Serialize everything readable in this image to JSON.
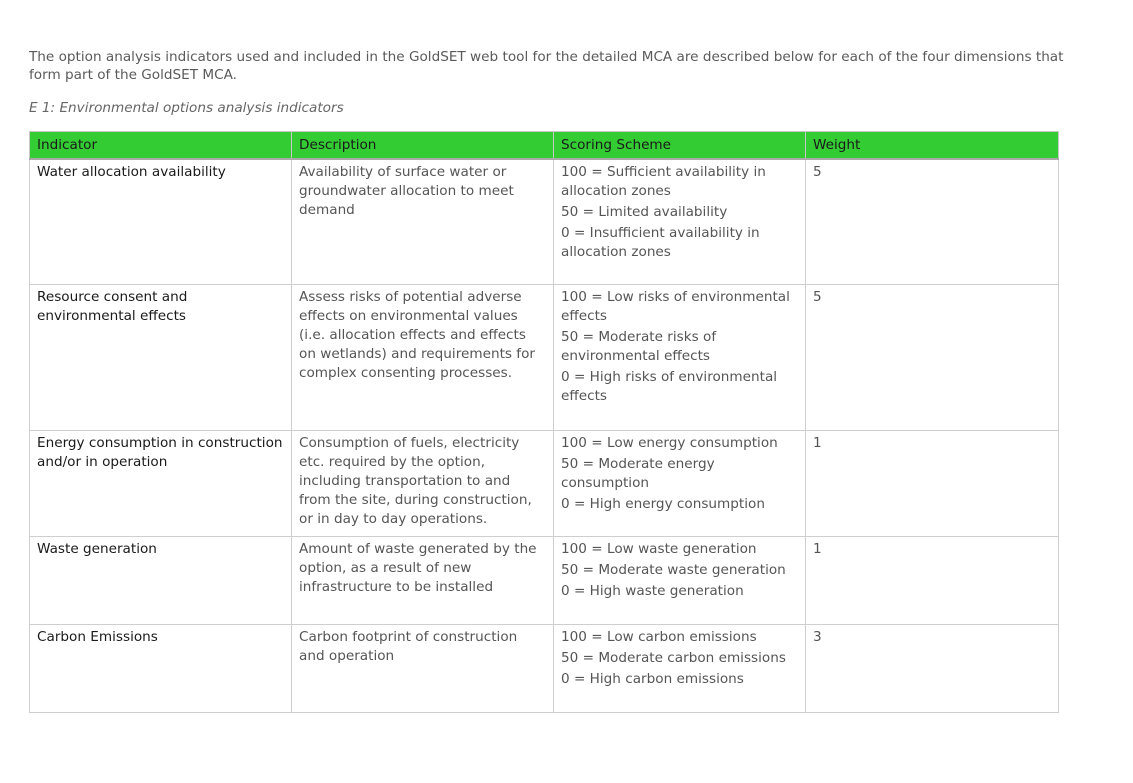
{
  "intro": "The option analysis indicators used and included in the GoldSET web tool for the detailed MCA are described below for each of the four dimensions that form part of the GoldSET MCA.",
  "caption": "E 1: Environmental options analysis indicators",
  "table": {
    "headers": [
      "Indicator",
      "Description",
      "Scoring Scheme",
      "Weight"
    ],
    "rows": [
      {
        "indicator": "Water allocation availability",
        "description": "Availability of surface water or groundwater allocation to meet demand",
        "scoring": [
          "100 = Sufficient availability in allocation zones",
          "50 = Limited availability",
          "0 = Insufficient availability in allocation zones"
        ],
        "weight": "5"
      },
      {
        "indicator": "Resource consent and environmental effects",
        "description": "Assess risks of potential adverse effects on environmental values (i.e. allocation effects and effects on wetlands) and requirements for complex consenting processes.",
        "scoring": [
          "100 = Low risks of environmental effects",
          "50 = Moderate risks of environmental effects",
          "0 = High risks of environmental effects"
        ],
        "weight": "5"
      },
      {
        "indicator": "Energy consumption in construction and/or in operation",
        "description": "Consumption of fuels, electricity etc. required by the option, including transportation to and from the site, during construction, or in day to day operations.",
        "scoring": [
          "100 = Low energy consumption",
          "50 = Moderate energy consumption",
          "0 = High energy consumption"
        ],
        "weight": "1"
      },
      {
        "indicator": "Waste generation",
        "description": "Amount of waste generated by the option, as a result of new infrastructure to be installed",
        "scoring": [
          "100 = Low waste generation",
          "50 = Moderate waste generation",
          "0 = High waste generation"
        ],
        "weight": "1"
      },
      {
        "indicator": "Carbon Emissions",
        "description": "Carbon footprint of construction and operation",
        "scoring": [
          "100 = Low carbon emissions",
          "50 = Moderate carbon emissions",
          "0 = High carbon emissions"
        ],
        "weight": "3"
      }
    ]
  }
}
